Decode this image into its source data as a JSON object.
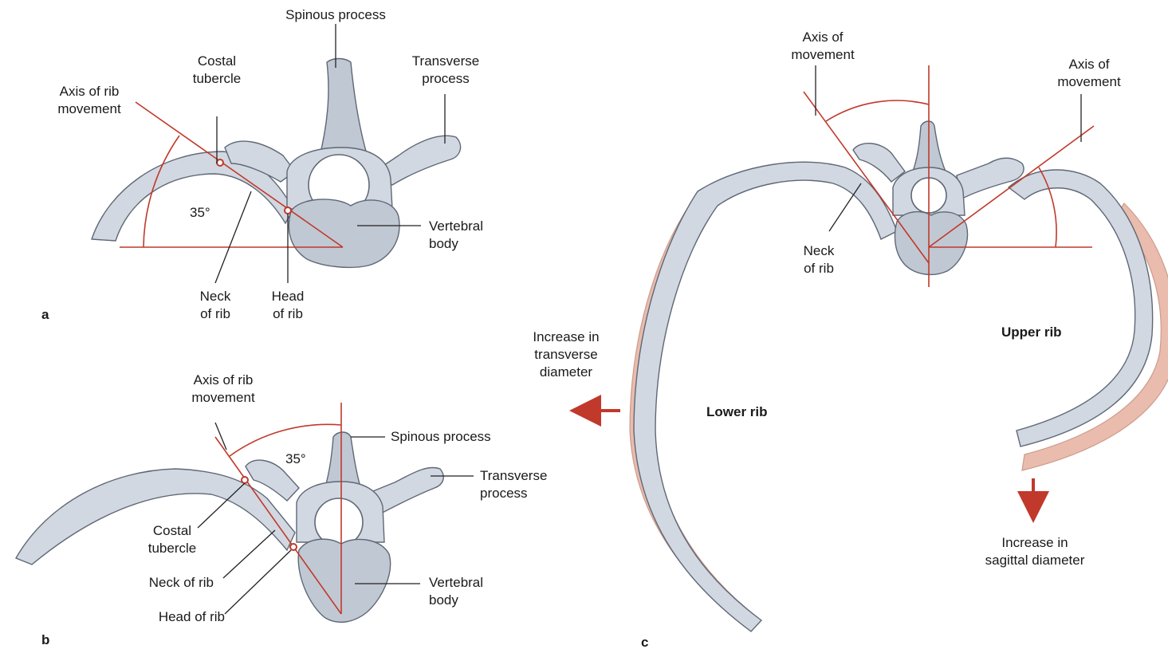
{
  "panel_a": {
    "letter": "a",
    "spinous": "Spinous process",
    "costal_tubercle": "Costal\ntubercle",
    "transverse": "Transverse\nprocess",
    "axis": "Axis of rib\nmovement",
    "angle": "35°",
    "vertebral_body": "Vertebral\nbody",
    "neck": "Neck\nof rib",
    "head": "Head\nof rib"
  },
  "panel_b": {
    "letter": "b",
    "axis": "Axis of rib\nmovement",
    "angle": "35°",
    "spinous": "Spinous process",
    "transverse": "Transverse\nprocess",
    "costal_tubercle": "Costal\ntubercle",
    "neck": "Neck of rib",
    "head": "Head of rib",
    "vertebral_body": "Vertebral\nbody"
  },
  "panel_c": {
    "letter": "c",
    "axis_left": "Axis of\nmovement",
    "axis_right": "Axis of\nmovement",
    "neck": "Neck\nof rib",
    "transverse_increase": "Increase in\ntransverse\ndiameter",
    "lower_rib": "Lower rib",
    "upper_rib": "Upper rib",
    "sagittal_increase": "Increase in\nsagittal diameter"
  },
  "colors": {
    "axis_line": "#c0392b",
    "arrow": "#c0392b",
    "bone": "#d2d8e1",
    "rib_highlight": "#e9bcad"
  }
}
